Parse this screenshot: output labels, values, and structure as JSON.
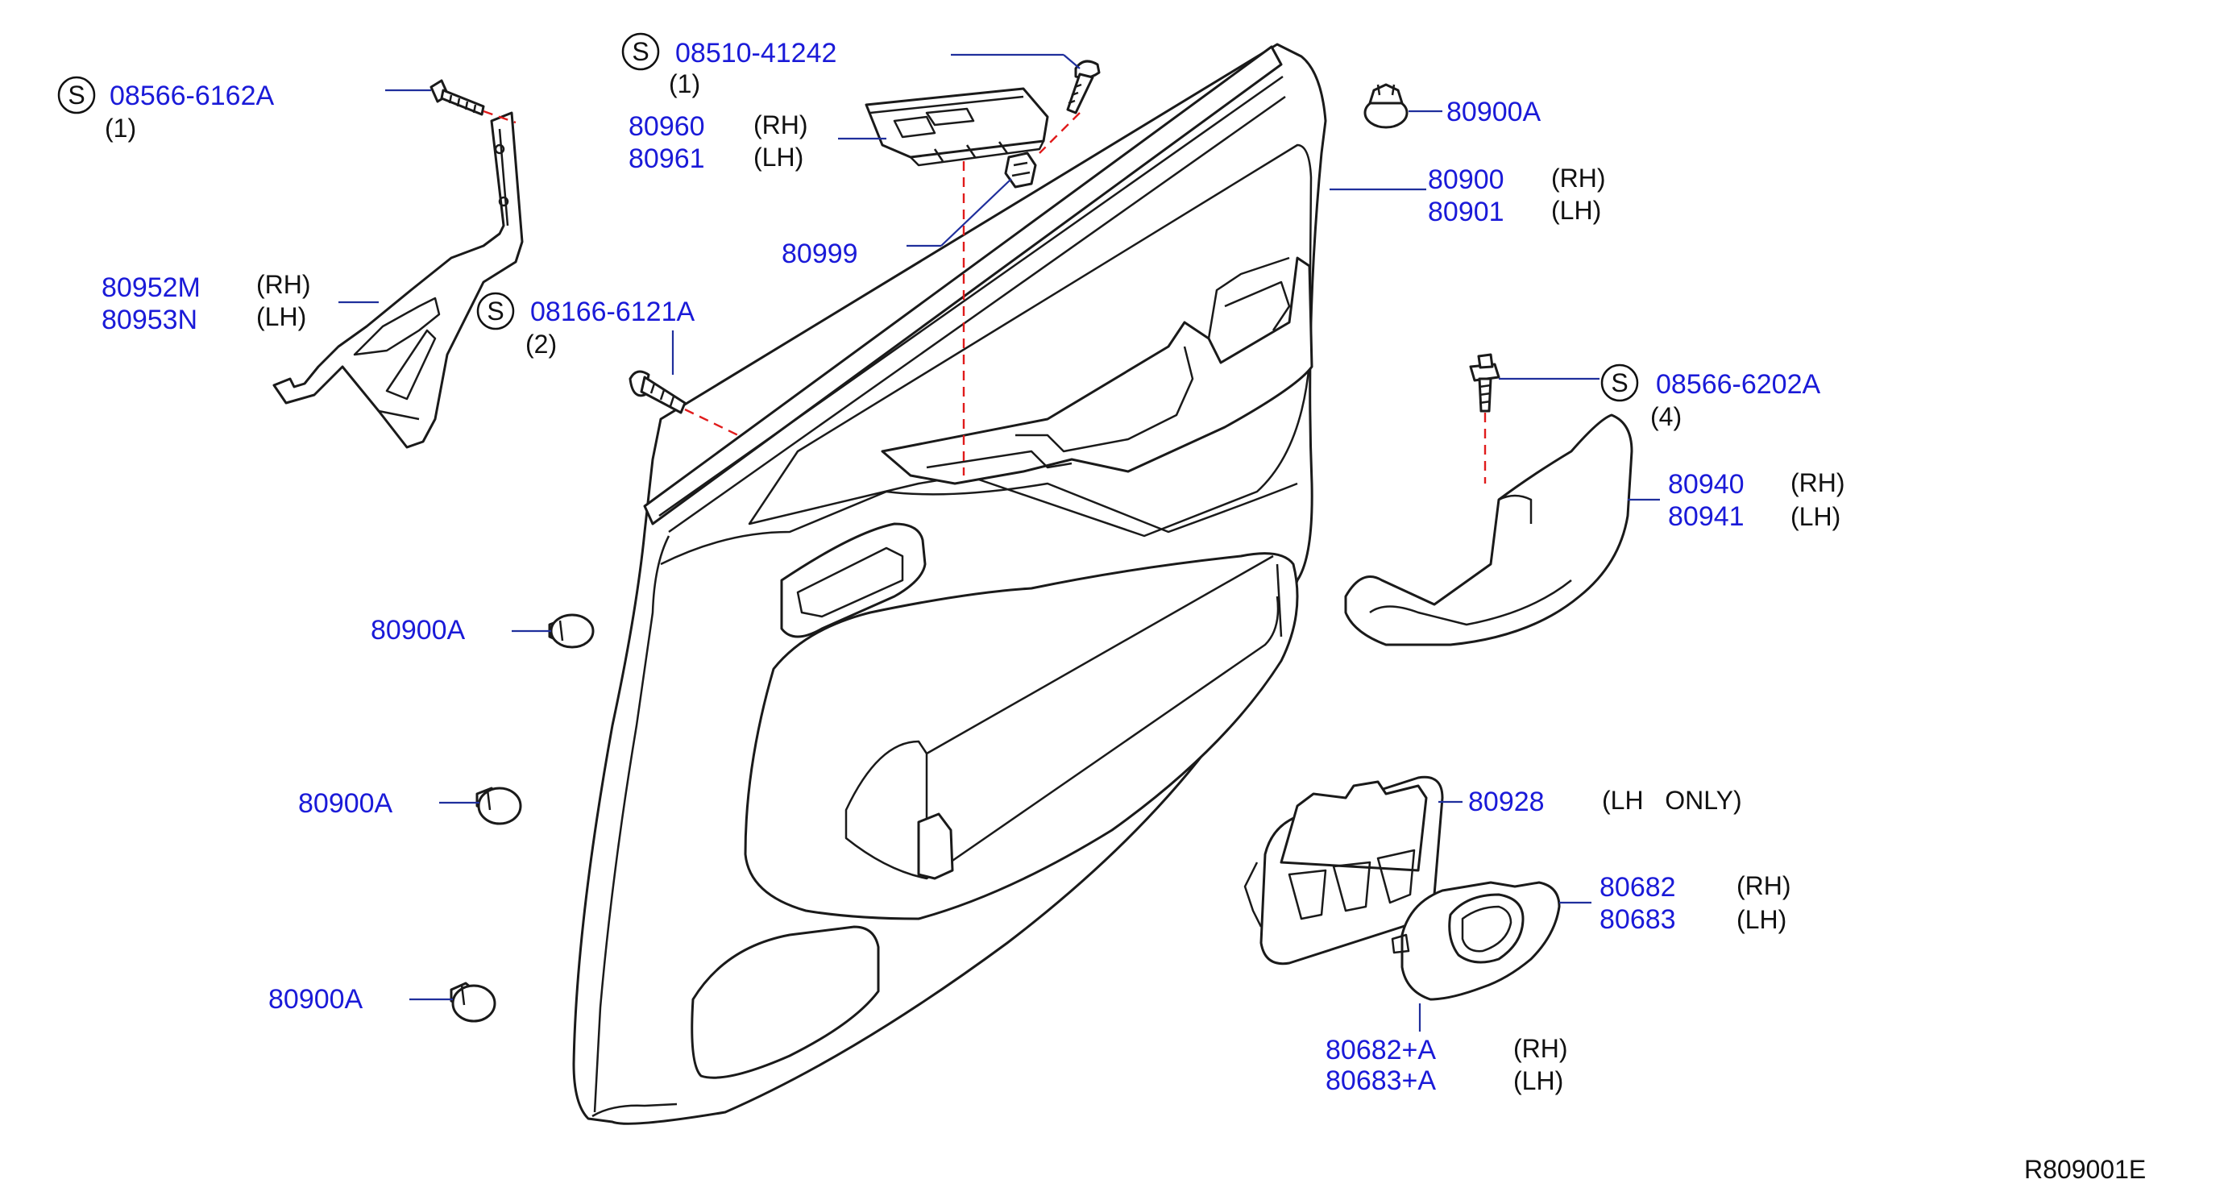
{
  "diagram": {
    "labels": {
      "s_08566_6162a": {
        "symbol": "S",
        "part": "08566-6162A",
        "qty": "(1)"
      },
      "s_08510_41242": {
        "symbol": "S",
        "part": "08510-41242",
        "qty": "(1)"
      },
      "s_08166_6121a": {
        "symbol": "S",
        "part": "08166-6121A",
        "qty": "(2)"
      },
      "s_08566_6202a": {
        "symbol": "S",
        "part": "08566-6202A",
        "qty": "(4)"
      },
      "p_80960": {
        "part": "80960",
        "side": "(RH)"
      },
      "p_80961": {
        "part": "80961",
        "side": "(LH)"
      },
      "p_80999": {
        "part": "80999"
      },
      "p_80900a_top": {
        "part": "80900A"
      },
      "p_80900": {
        "part": "80900",
        "side": "(RH)"
      },
      "p_80901": {
        "part": "80901",
        "side": "(LH)"
      },
      "p_80952m": {
        "part": "80952M",
        "side": "(RH)"
      },
      "p_80953n": {
        "part": "80953N",
        "side": "(LH)"
      },
      "p_80940": {
        "part": "80940",
        "side": "(RH)"
      },
      "p_80941": {
        "part": "80941",
        "side": "(LH)"
      },
      "p_80900a_1": {
        "part": "80900A"
      },
      "p_80900a_2": {
        "part": "80900A"
      },
      "p_80900a_3": {
        "part": "80900A"
      },
      "p_80928": {
        "part": "80928",
        "note": "(LH   ONLY)"
      },
      "p_80682": {
        "part": "80682",
        "side": "(RH)"
      },
      "p_80683": {
        "part": "80683",
        "side": "(LH)"
      },
      "p_80682a": {
        "part": "80682+A",
        "side": "(RH)"
      },
      "p_80683a": {
        "part": "80683+A",
        "side": "(LH)"
      }
    },
    "reference_code": "R809001E"
  }
}
